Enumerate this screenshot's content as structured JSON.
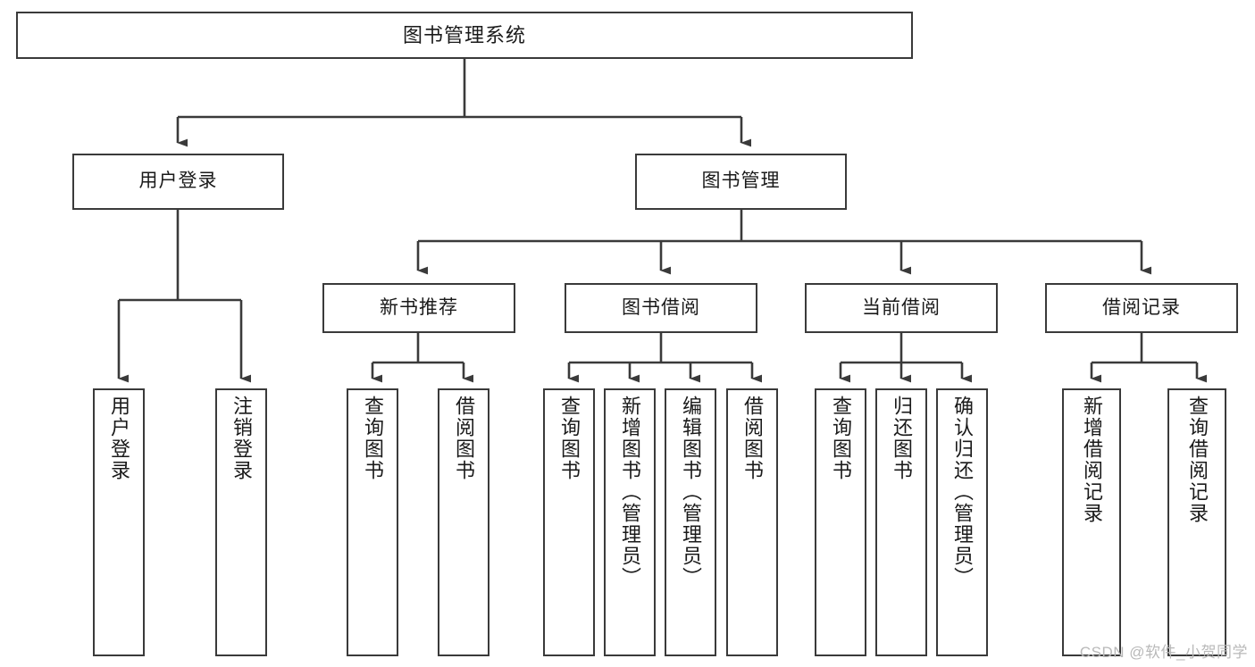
{
  "diagram": {
    "title": "图书管理系统",
    "watermark": "CSDN @软件_小贺同学",
    "stroke_color": "#3a3a3a",
    "background_color": "#ffffff",
    "text_color": "#1a1a1a",
    "root": {
      "id": "root",
      "label": "图书管理系统"
    },
    "level2": [
      {
        "id": "user-login",
        "label": "用户登录"
      },
      {
        "id": "book-management",
        "label": "图书管理"
      }
    ],
    "level3": [
      {
        "id": "new-book-recommend",
        "label": "新书推荐"
      },
      {
        "id": "book-borrow",
        "label": "图书借阅"
      },
      {
        "id": "current-borrow",
        "label": "当前借阅"
      },
      {
        "id": "borrow-record",
        "label": "借阅记录"
      }
    ],
    "leaves": {
      "user_login": [
        {
          "id": "leaf-user-login",
          "label": "用户登录"
        },
        {
          "id": "leaf-logout-login",
          "label": "注销登录"
        }
      ],
      "new_book_recommend": [
        {
          "id": "leaf-query-book-1",
          "label": "查询图书"
        },
        {
          "id": "leaf-borrow-book-1",
          "label": "借阅图书"
        }
      ],
      "book_borrow": [
        {
          "id": "leaf-query-book-2",
          "label": "查询图书"
        },
        {
          "id": "leaf-add-book",
          "label": "新增图书（管理员）"
        },
        {
          "id": "leaf-edit-book",
          "label": "编辑图书（管理员）"
        },
        {
          "id": "leaf-borrow-book-2",
          "label": "借阅图书"
        }
      ],
      "current_borrow": [
        {
          "id": "leaf-query-book-3",
          "label": "查询图书"
        },
        {
          "id": "leaf-return-book",
          "label": "归还图书"
        },
        {
          "id": "leaf-confirm-return",
          "label": "确认归还（管理员）"
        }
      ],
      "borrow_record": [
        {
          "id": "leaf-add-record",
          "label": "新增借阅记录"
        },
        {
          "id": "leaf-query-record",
          "label": "查询借阅记录"
        }
      ]
    }
  }
}
